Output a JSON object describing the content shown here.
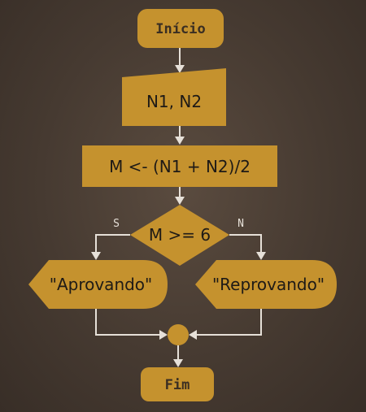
{
  "flowchart": {
    "start": "Início",
    "input": "N1, N2",
    "process": "M <- (N1 + N2)/2",
    "decision": "M >= 6",
    "yes_label": "S",
    "no_label": "N",
    "output_yes": "\"Aprovando\"",
    "output_no": "\"Reprovando\"",
    "end": "Fim"
  },
  "colors": {
    "shape_fill": "#c5922e",
    "connector": "#e6e0d8",
    "background": "#463a31"
  }
}
